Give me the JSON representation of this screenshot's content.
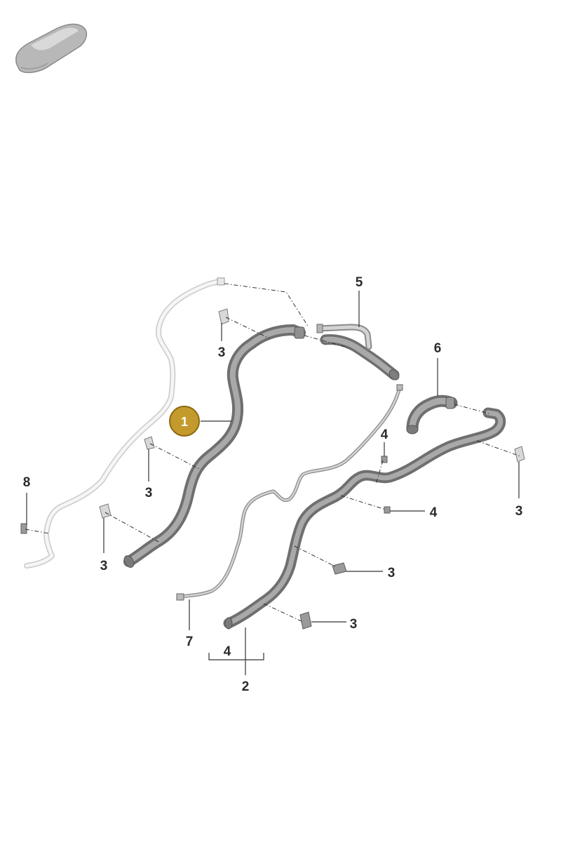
{
  "callouts": {
    "part1": "1",
    "part2": "2",
    "part3": "3",
    "part4": "4",
    "part5": "5",
    "part6": "6",
    "part7": "7",
    "part8": "8"
  },
  "colors": {
    "highlight_fill": "#c49a2c",
    "highlight_stroke": "#8a6a12",
    "hose": "#8c8c8c",
    "line": "#333333"
  },
  "icons": {
    "vehicle": "car-silhouette-icon"
  }
}
